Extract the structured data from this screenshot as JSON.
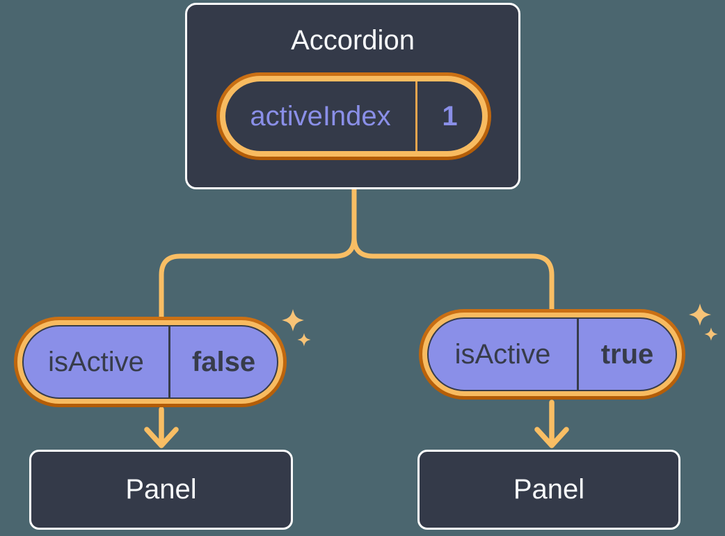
{
  "diagram": {
    "root": {
      "title": "Accordion",
      "state": {
        "label": "activeIndex",
        "value": "1"
      }
    },
    "children": [
      {
        "state": {
          "label": "isActive",
          "value": "false"
        },
        "panel_label": "Panel"
      },
      {
        "state": {
          "label": "isActive",
          "value": "true"
        },
        "panel_label": "Panel"
      }
    ],
    "icons": {
      "sparkle": "four-point-star-sparkle",
      "arrow": "arrow-down"
    }
  },
  "colors": {
    "background": "#4b666f",
    "card-fill": "#343a49",
    "card-border": "#ffffff",
    "text-light": "#f8fafc",
    "text-dark": "#373c4a",
    "purple": "#8a8fe8",
    "gold-line": "#f9be64",
    "ring-gold": "#f8bb60",
    "ring-orange-light": "#cb7014",
    "ring-orange-dark": "#b25c07",
    "divider-orange": "#eaa54e",
    "sparkle": "#f7c377"
  }
}
